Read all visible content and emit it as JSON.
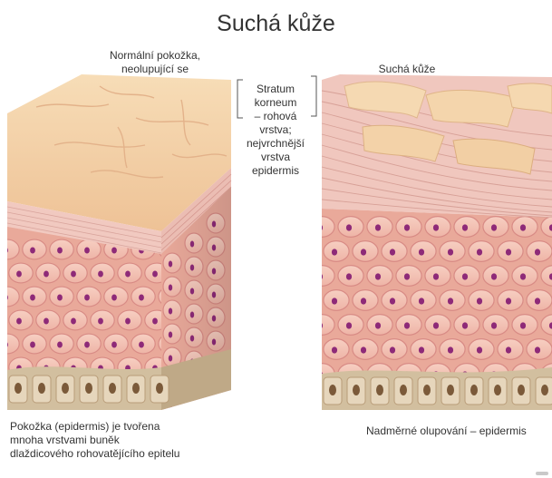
{
  "title": "Suchá kůže",
  "labels": {
    "normal_skin": "Normální pokožka,\nneolupující se",
    "dry_skin": "Suchá kůže",
    "stratum_lines": [
      "Stratum",
      "korneum",
      "– rohová",
      "vrstva;",
      "nejvrchnější",
      "vrstva",
      "epidermis"
    ],
    "epidermis_lines": [
      "Pokožka (epidermis) je tvořena",
      "mnoha vrstvami buněk",
      "dlaždicového rohovatějícího epitelu"
    ],
    "excess_peeling": "Nadměrné olupování – epidermis"
  },
  "colors": {
    "skin_top": "#f2d0a6",
    "cell_fill": "#f3c1b3",
    "cell_border": "#d88b85",
    "nucleus": "#8e2a78",
    "stratum": "#f0c4bd",
    "base": "#c8b59a"
  }
}
